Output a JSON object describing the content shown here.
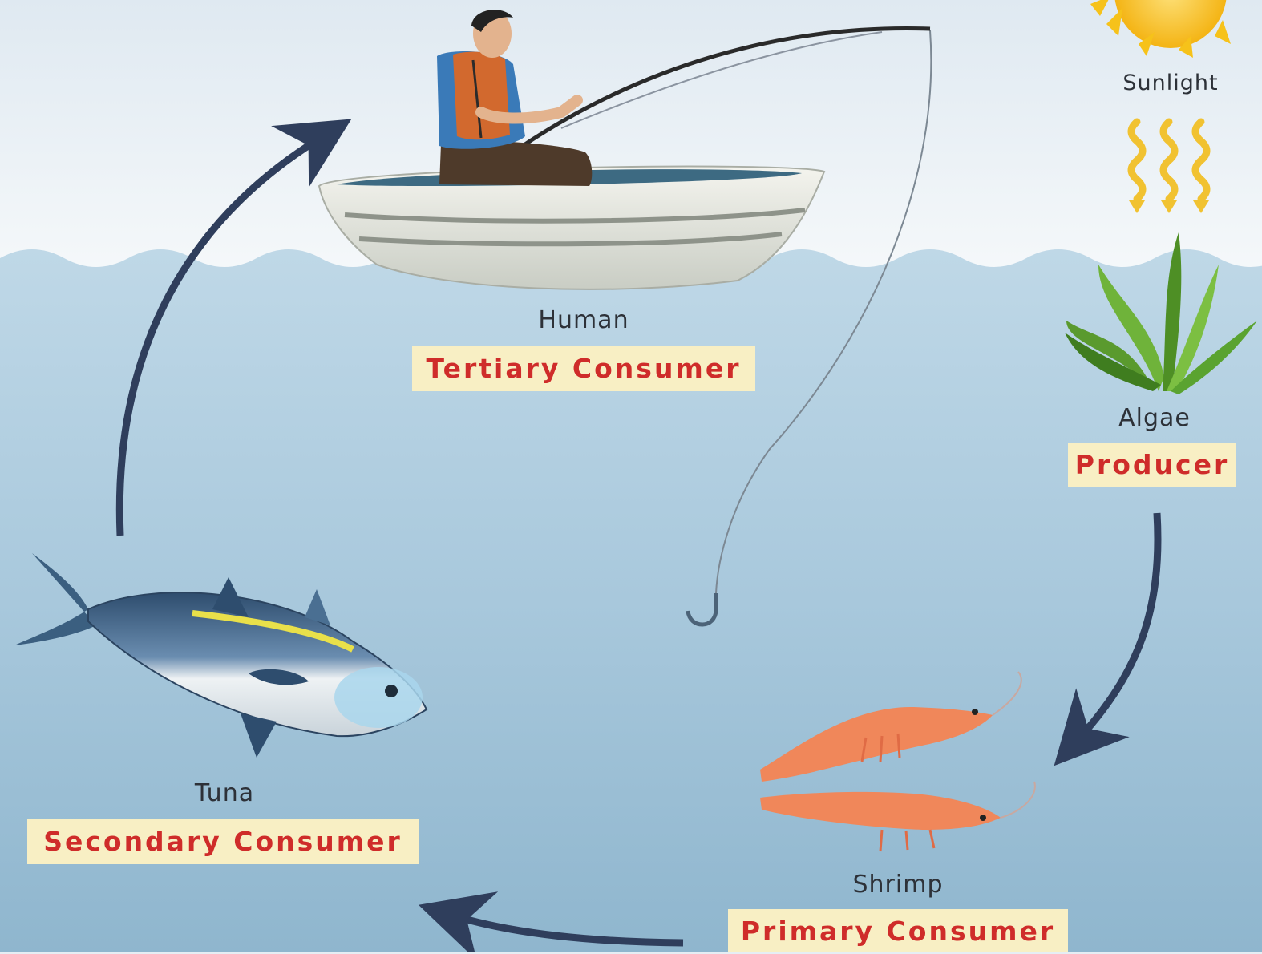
{
  "organisms": {
    "sunlight": {
      "name": "Sunlight"
    },
    "algae": {
      "name": "Algae",
      "role": "Producer"
    },
    "shrimp": {
      "name": "Shrimp",
      "role": "Primary Consumer"
    },
    "tuna": {
      "name": "Tuna",
      "role": "Secondary Consumer"
    },
    "human": {
      "name": "Human",
      "role": "Tertiary Consumer"
    }
  },
  "colors": {
    "sky_top": "#e9f1f6",
    "water_top": "#bcd6e6",
    "water_bottom": "#90b7cf",
    "arrow": "#2f3e5c",
    "label_bg": "#f8efc4",
    "role_text": "#cf2c2a",
    "sun": "#f6c21a"
  },
  "flow": [
    "sunlight",
    "algae",
    "shrimp",
    "tuna",
    "human"
  ]
}
